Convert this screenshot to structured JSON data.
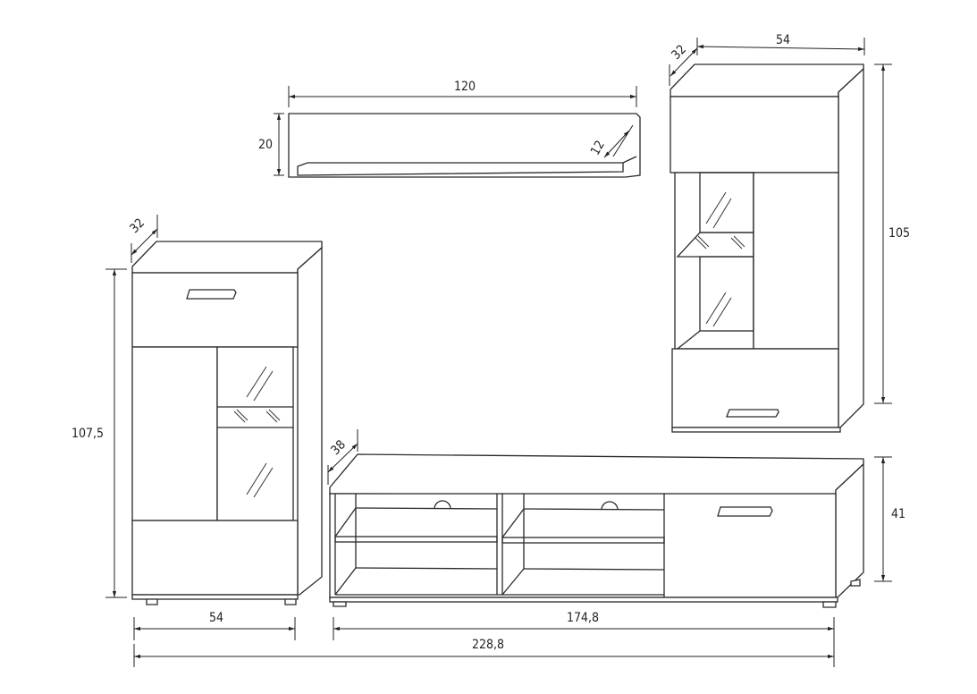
{
  "dimensions": {
    "shelf_width": "120",
    "shelf_height": "20",
    "shelf_depth": "12",
    "wall_cabinet_depth": "32",
    "wall_cabinet_width": "54",
    "wall_cabinet_height": "105",
    "tall_cabinet_depth": "32",
    "tall_cabinet_height": "107,5",
    "tall_cabinet_width": "54",
    "tv_unit_depth": "38",
    "tv_unit_height": "41",
    "tv_unit_width": "174,8",
    "total_width": "228,8"
  },
  "colors": {
    "line": "#2a2a2a",
    "background": "#ffffff"
  }
}
